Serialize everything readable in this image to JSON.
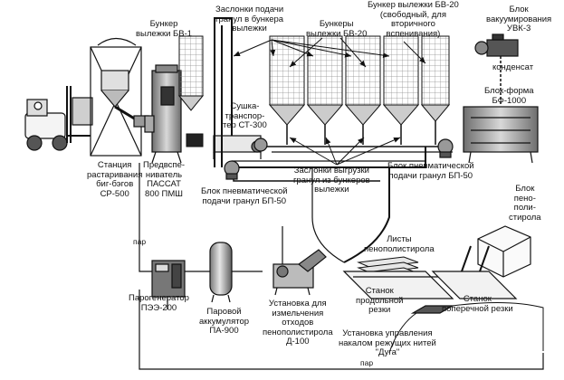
{
  "labels": {
    "bunker_bv1": [
      "Бункер",
      "вылежки БВ-1"
    ],
    "zaslonki_podachi": [
      "Заслонки подачи",
      "гранул в бункера",
      "вылежки"
    ],
    "bunkery_bv20": [
      "Бункеры",
      "вылежки БВ-20"
    ],
    "bunker_bv20_free": [
      "Бункер вылежки БВ-20",
      "(свободный, для",
      "вторичного",
      "вспенивания)"
    ],
    "blok_vakuum": [
      "Блок",
      "вакуумирования",
      "УВК-3"
    ],
    "kondensat": [
      "конденсат"
    ],
    "blok_forma": [
      "Блок-форма",
      "БФ-1000"
    ],
    "sushka": [
      "Сушка-",
      "транспор-",
      "тер СТ-300"
    ],
    "stanciya": [
      "Станция",
      "растаривания",
      "биг-бэгов",
      "СР-500"
    ],
    "predvspen": [
      "Предвспе-",
      "ниватель",
      "ПАССАТ",
      "800 ПМШ"
    ],
    "zaslonki_vygruzki": [
      "Заслонки выгрузки",
      "гранул из бункеров",
      "вылежки"
    ],
    "blok_pnevmo_right": [
      "Блок пневматической",
      "подачи гранул БП-50"
    ],
    "blok_pnevmo_left": [
      "Блок пневматической",
      "подачи гранул БП-50"
    ],
    "blok_penopolistirola": [
      "Блок",
      "пено-",
      "поли-",
      "стирола"
    ],
    "listy": [
      "Листы",
      "пенополистирола"
    ],
    "par_top": [
      "пар"
    ],
    "parogenerator": [
      "Парогенератор",
      "ПЭЭ-200"
    ],
    "parovoy": [
      "Паровой",
      "аккумулятор",
      "ПА-900"
    ],
    "ustanovka_izm": [
      "Установка для",
      "измельчения",
      "отходов",
      "пенополистирола",
      "Д-100"
    ],
    "stanok_prod": [
      "Станок",
      "продольной",
      "резки"
    ],
    "stanok_poper": [
      "Станок",
      "поперечной резки"
    ],
    "ustanovka_upr": [
      "Установка управления",
      "накалом режущих нитей",
      "\"Дуга\""
    ],
    "par_bottom": [
      "пар"
    ]
  }
}
